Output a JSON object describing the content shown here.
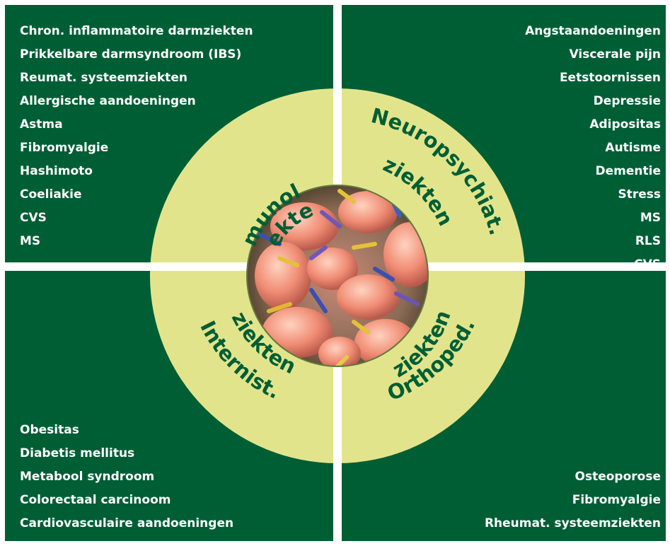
{
  "quadrants": {
    "top_left": {
      "title_line1": "Immunolog.",
      "title_line2": "ziekten",
      "items": [
        "Chron. inflammatoire darmziekten",
        "Prikkelbare darmsyndroom (IBS)",
        "Reumat. systeemziekten",
        "Allergische aandoeningen",
        "Astma",
        "Fibromyalgie",
        "Hashimoto",
        "Coeliakie",
        "CVS",
        "MS"
      ]
    },
    "top_right": {
      "title_line1": "Neuropsychiat.",
      "title_line2": "ziekten",
      "items": [
        "Angstaandoeningen",
        "Viscerale pijn",
        "Eetstoornissen",
        "Depressie",
        "Adipositas",
        "Autisme",
        "Dementie",
        "Stress",
        "MS",
        "RLS",
        "CVS"
      ]
    },
    "bottom_left": {
      "title_line1": "Internist.",
      "title_line2": "ziekten",
      "items": [
        "Obesitas",
        "Diabetis mellitus",
        "Metabool syndroom",
        "Colorectaal carcinoom",
        "Cardiovasculaire aandoeningen"
      ]
    },
    "bottom_right": {
      "title_line1": "Orthoped.",
      "title_line2": "ziekten",
      "items": [
        "Osteoporose",
        "Fibromyalgie",
        "Rheumat. systeemziekten"
      ]
    }
  },
  "colors": {
    "quadrant_green": "#005e35",
    "ring_yellow": "#e2e48c",
    "title_green": "#005e35",
    "list_text": "#ffffff"
  }
}
